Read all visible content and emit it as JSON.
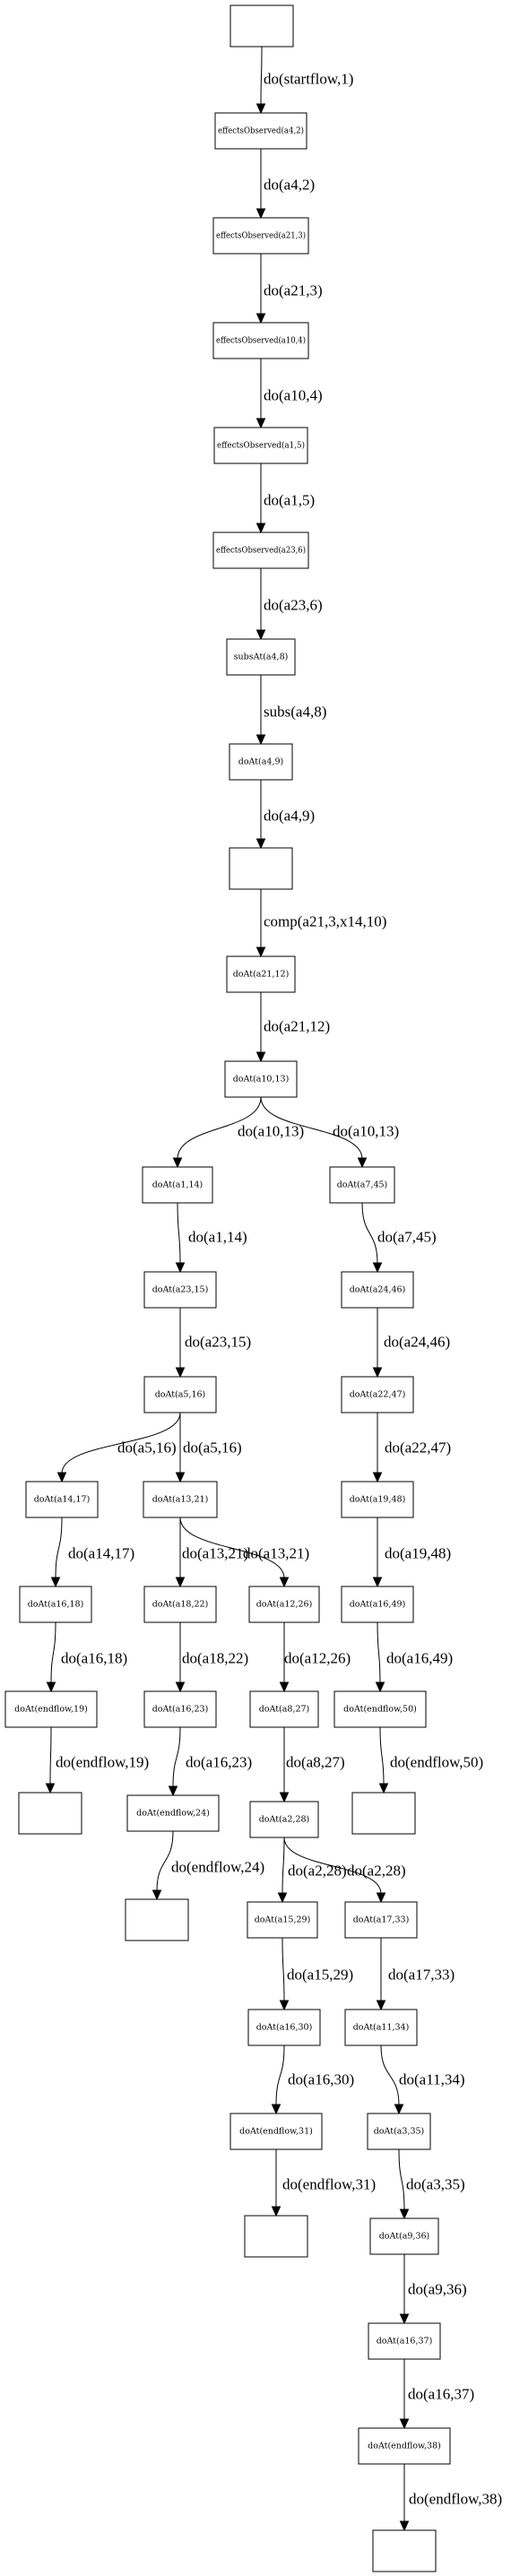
{
  "nodes": [
    {
      "id": "n0",
      "label": ""
    },
    {
      "id": "n1",
      "label": "effectsObserved(a4,2)"
    },
    {
      "id": "n2",
      "label": "effectsObserved(a21,3)"
    },
    {
      "id": "n3",
      "label": "effectsObserved(a10,4)"
    },
    {
      "id": "n4",
      "label": "effectsObserved(a1,5)"
    },
    {
      "id": "n5",
      "label": "effectsObserved(a23,6)"
    },
    {
      "id": "n6",
      "label": "subsAt(a4,8)"
    },
    {
      "id": "n7",
      "label": "doAt(a4,9)"
    },
    {
      "id": "n8",
      "label": ""
    },
    {
      "id": "n9",
      "label": "doAt(a21,12)"
    },
    {
      "id": "n10",
      "label": "doAt(a10,13)"
    },
    {
      "id": "n11",
      "label": "doAt(a1,14)"
    },
    {
      "id": "n12",
      "label": "doAt(a7,45)"
    },
    {
      "id": "n13",
      "label": "doAt(a23,15)"
    },
    {
      "id": "n14",
      "label": "doAt(a24,46)"
    },
    {
      "id": "n15",
      "label": "doAt(a5,16)"
    },
    {
      "id": "n16",
      "label": "doAt(a22,47)"
    },
    {
      "id": "n17",
      "label": "doAt(a14,17)"
    },
    {
      "id": "n18",
      "label": "doAt(a13,21)"
    },
    {
      "id": "n19",
      "label": "doAt(a19,48)"
    },
    {
      "id": "n20",
      "label": "doAt(a16,18)"
    },
    {
      "id": "n21",
      "label": "doAt(a18,22)"
    },
    {
      "id": "n22",
      "label": "doAt(a12,26)"
    },
    {
      "id": "n23",
      "label": "doAt(a16,49)"
    },
    {
      "id": "n24",
      "label": "doAt(endflow,19)"
    },
    {
      "id": "n25",
      "label": "doAt(a16,23)"
    },
    {
      "id": "n26",
      "label": "doAt(a8,27)"
    },
    {
      "id": "n27",
      "label": "doAt(endflow,50)"
    },
    {
      "id": "n28",
      "label": ""
    },
    {
      "id": "n29",
      "label": "doAt(endflow,24)"
    },
    {
      "id": "n30",
      "label": "doAt(a2,28)"
    },
    {
      "id": "n31",
      "label": ""
    },
    {
      "id": "n32",
      "label": ""
    },
    {
      "id": "n33",
      "label": "doAt(a15,29)"
    },
    {
      "id": "n34",
      "label": "doAt(a17,33)"
    },
    {
      "id": "n35",
      "label": "doAt(a16,30)"
    },
    {
      "id": "n36",
      "label": "doAt(a11,34)"
    },
    {
      "id": "n37",
      "label": "doAt(endflow,31)"
    },
    {
      "id": "n38",
      "label": "doAt(a3,35)"
    },
    {
      "id": "n39",
      "label": ""
    },
    {
      "id": "n40",
      "label": "doAt(a9,36)"
    },
    {
      "id": "n41",
      "label": "doAt(a16,37)"
    },
    {
      "id": "n42",
      "label": "doAt(endflow,38)"
    },
    {
      "id": "n43",
      "label": ""
    }
  ],
  "edges": [
    {
      "from": "n0",
      "to": "n1",
      "label": "do(startflow,1)"
    },
    {
      "from": "n1",
      "to": "n2",
      "label": "do(a4,2)"
    },
    {
      "from": "n2",
      "to": "n3",
      "label": "do(a21,3)"
    },
    {
      "from": "n3",
      "to": "n4",
      "label": "do(a10,4)"
    },
    {
      "from": "n4",
      "to": "n5",
      "label": "do(a1,5)"
    },
    {
      "from": "n5",
      "to": "n6",
      "label": "do(a23,6)"
    },
    {
      "from": "n6",
      "to": "n7",
      "label": "subs(a4,8)"
    },
    {
      "from": "n7",
      "to": "n8",
      "label": "do(a4,9)"
    },
    {
      "from": "n8",
      "to": "n9",
      "label": "comp(a21,3,x14,10)"
    },
    {
      "from": "n9",
      "to": "n10",
      "label": "do(a21,12)"
    },
    {
      "from": "n10",
      "to": "n11",
      "label": "do(a10,13)"
    },
    {
      "from": "n10",
      "to": "n12",
      "label": "do(a10,13)"
    },
    {
      "from": "n11",
      "to": "n13",
      "label": "do(a1,14)"
    },
    {
      "from": "n12",
      "to": "n14",
      "label": "do(a7,45)"
    },
    {
      "from": "n13",
      "to": "n15",
      "label": "do(a23,15)"
    },
    {
      "from": "n14",
      "to": "n16",
      "label": "do(a24,46)"
    },
    {
      "from": "n15",
      "to": "n17",
      "label": "do(a5,16)"
    },
    {
      "from": "n15",
      "to": "n18",
      "label": "do(a5,16)"
    },
    {
      "from": "n16",
      "to": "n19",
      "label": "do(a22,47)"
    },
    {
      "from": "n17",
      "to": "n20",
      "label": "do(a14,17)"
    },
    {
      "from": "n18",
      "to": "n21",
      "label": "do(a13,21)"
    },
    {
      "from": "n18",
      "to": "n22",
      "label": "do(a13,21)"
    },
    {
      "from": "n19",
      "to": "n23",
      "label": "do(a19,48)"
    },
    {
      "from": "n20",
      "to": "n24",
      "label": "do(a16,18)"
    },
    {
      "from": "n21",
      "to": "n25",
      "label": "do(a18,22)"
    },
    {
      "from": "n22",
      "to": "n26",
      "label": "do(a12,26)"
    },
    {
      "from": "n23",
      "to": "n27",
      "label": "do(a16,49)"
    },
    {
      "from": "n24",
      "to": "n28",
      "label": "do(endflow,19)"
    },
    {
      "from": "n25",
      "to": "n29",
      "label": "do(a16,23)"
    },
    {
      "from": "n26",
      "to": "n30",
      "label": "do(a8,27)"
    },
    {
      "from": "n27",
      "to": "n31",
      "label": "do(endflow,50)"
    },
    {
      "from": "n29",
      "to": "n32",
      "label": "do(endflow,24)"
    },
    {
      "from": "n30",
      "to": "n33",
      "label": "do(a2,28)"
    },
    {
      "from": "n30",
      "to": "n34",
      "label": "do(a2,28)"
    },
    {
      "from": "n33",
      "to": "n35",
      "label": "do(a15,29)"
    },
    {
      "from": "n34",
      "to": "n36",
      "label": "do(a17,33)"
    },
    {
      "from": "n35",
      "to": "n37",
      "label": "do(a16,30)"
    },
    {
      "from": "n36",
      "to": "n38",
      "label": "do(a11,34)"
    },
    {
      "from": "n37",
      "to": "n39",
      "label": "do(endflow,31)"
    },
    {
      "from": "n38",
      "to": "n40",
      "label": "do(a3,35)"
    },
    {
      "from": "n40",
      "to": "n41",
      "label": "do(a9,36)"
    },
    {
      "from": "n41",
      "to": "n42",
      "label": "do(a16,37)"
    },
    {
      "from": "n42",
      "to": "n43",
      "label": "do(endflow,38)"
    }
  ]
}
